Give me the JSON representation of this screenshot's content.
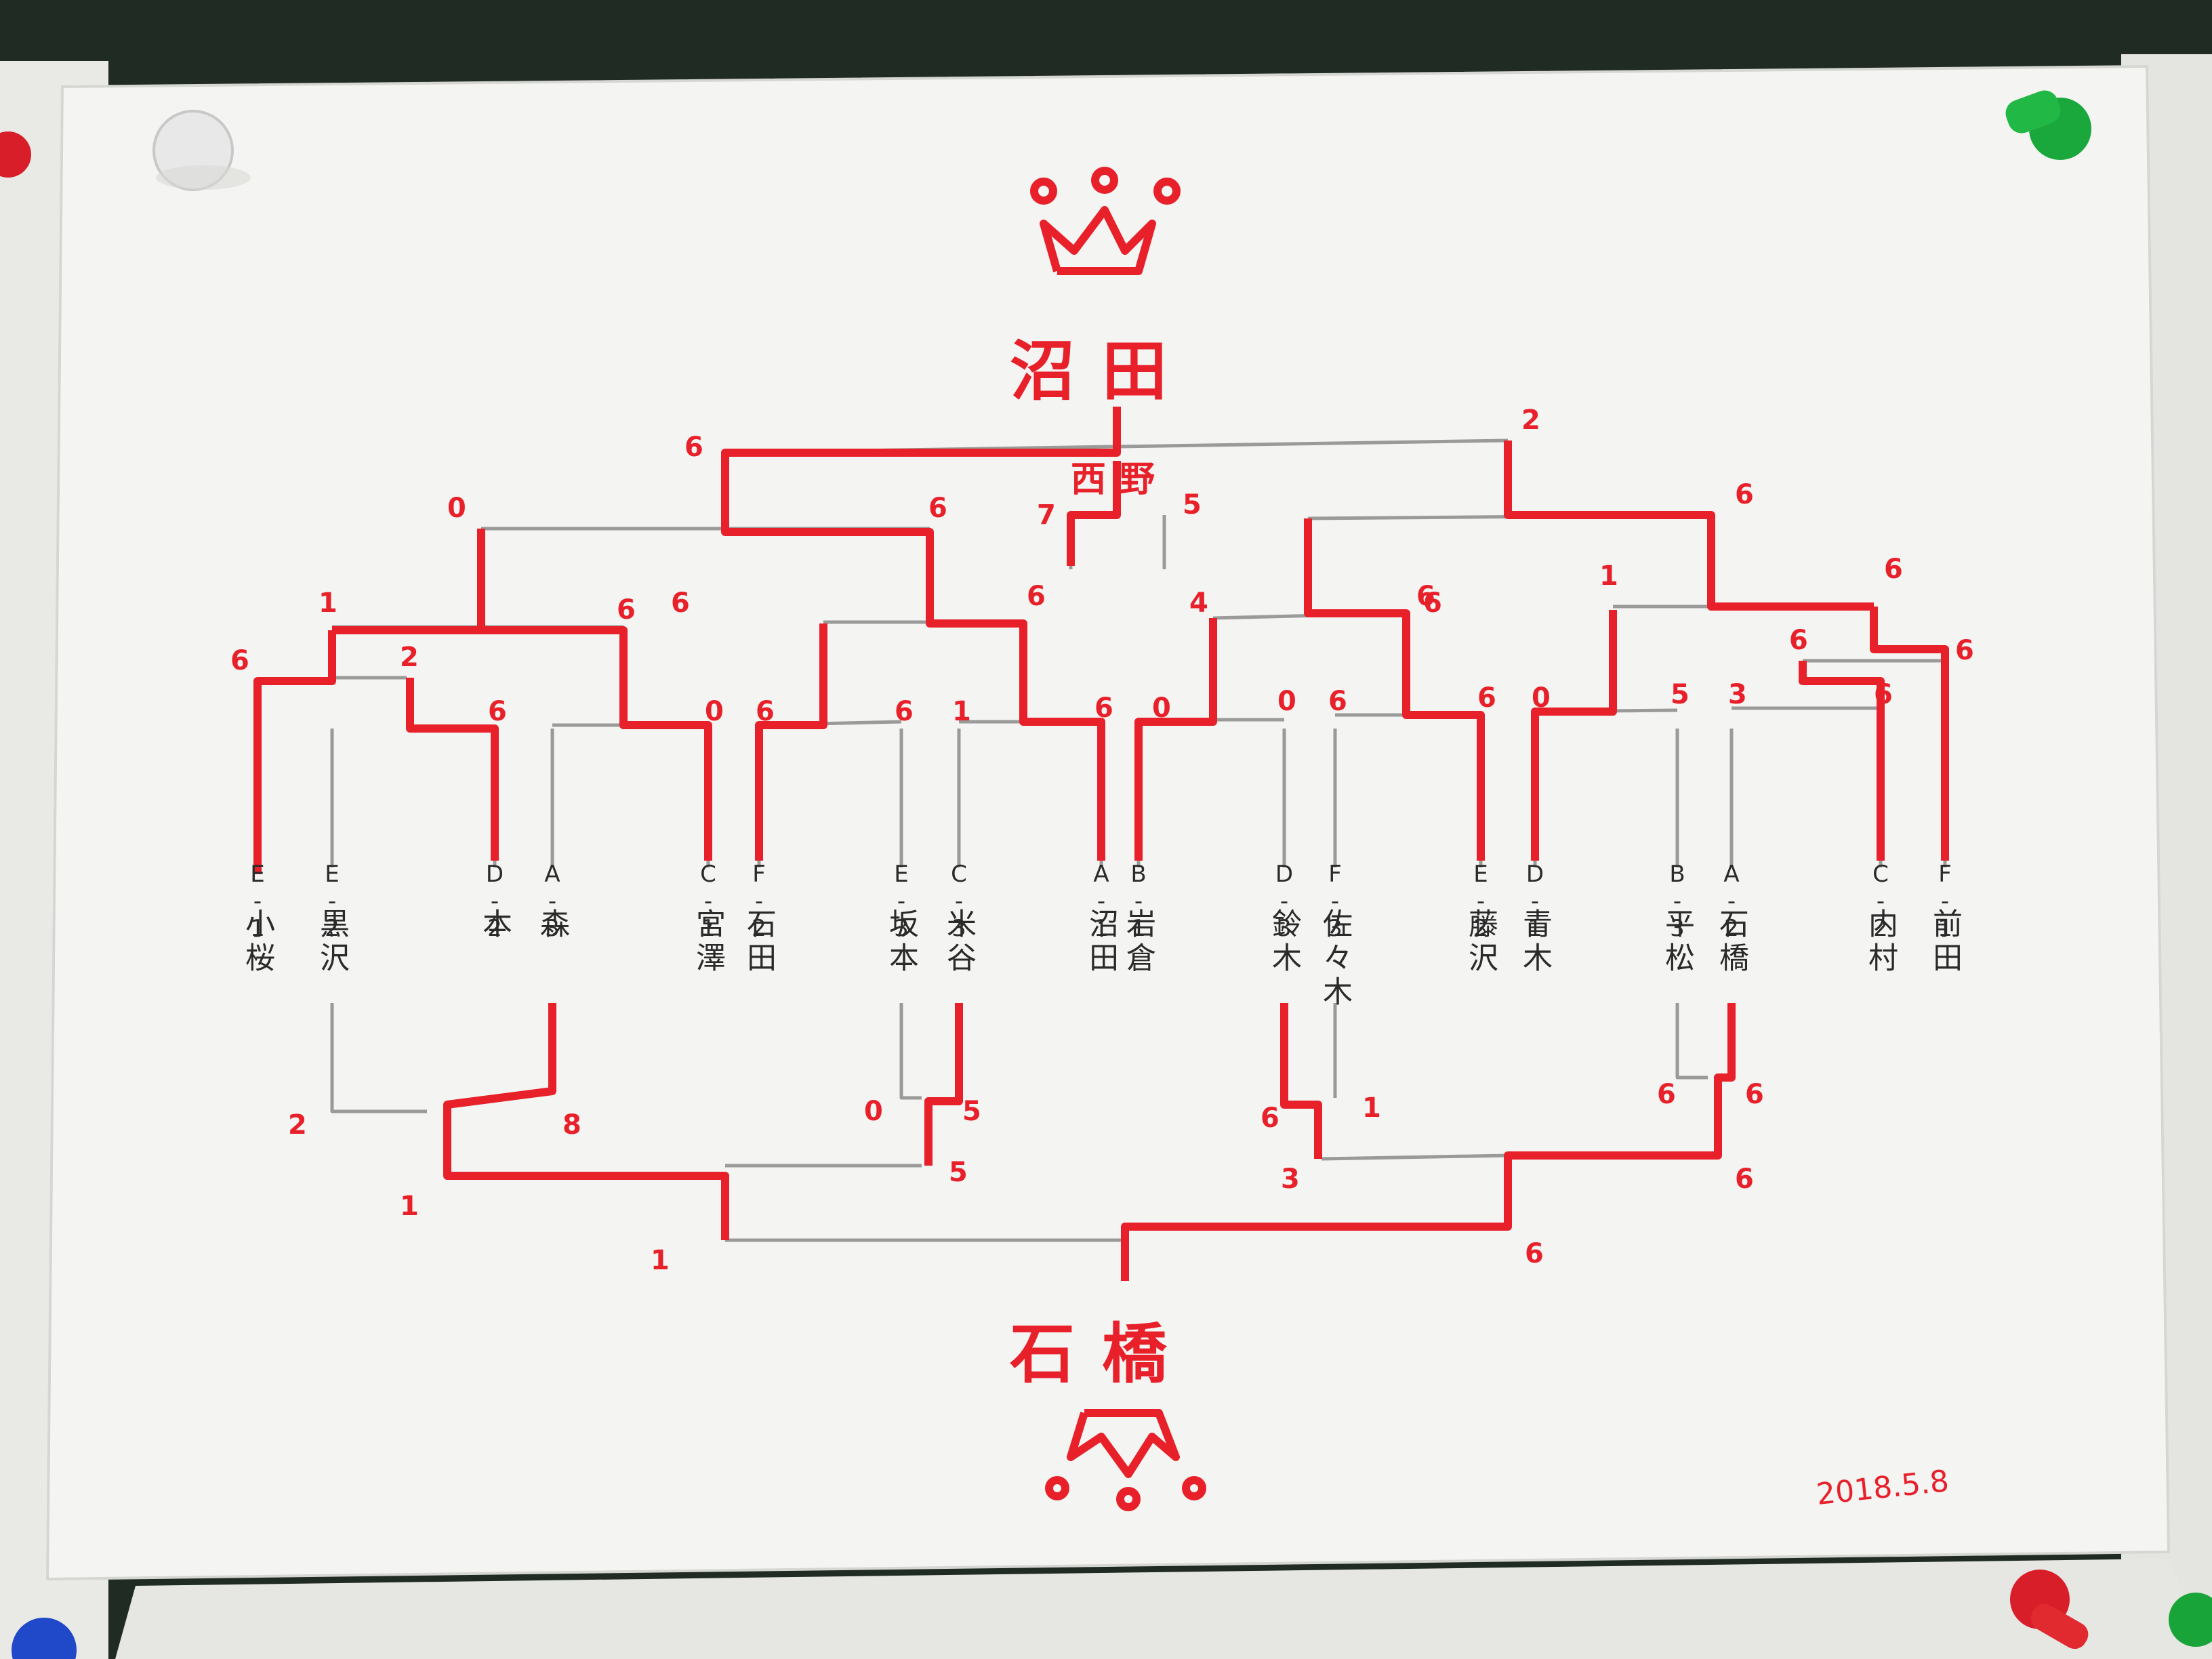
{
  "top_winner": "沼田",
  "bottom_winner": "石橋",
  "final_label": "西野",
  "date": "2018.5.8",
  "ink_color": "#e8202a",
  "pencil_color": "#9a9a9a",
  "players": [
    {
      "code": "E-1",
      "name": "小桜"
    },
    {
      "code": "E-2",
      "name": "黒沢"
    },
    {
      "code": "D-2",
      "name": "本"
    },
    {
      "code": "A-3",
      "name": "森"
    },
    {
      "code": "C-1",
      "name": "宮澤"
    },
    {
      "code": "F-2",
      "name": "石田"
    },
    {
      "code": "E-3",
      "name": "坂本"
    },
    {
      "code": "C-3",
      "name": "米谷"
    },
    {
      "code": "A-1",
      "name": "沼田"
    },
    {
      "code": "B-1",
      "name": "岩倉"
    },
    {
      "code": "D-3",
      "name": "鈴木"
    },
    {
      "code": "F-3",
      "name": "佐々木"
    },
    {
      "code": "E-2",
      "name": "藤沢"
    },
    {
      "code": "D-1",
      "name": "青木"
    },
    {
      "code": "B-3",
      "name": "平松"
    },
    {
      "code": "A-2",
      "name": "石橋"
    },
    {
      "code": "C-2",
      "name": "内村"
    },
    {
      "code": "F-1",
      "name": "前田"
    }
  ],
  "scores_top": [
    "6",
    "2",
    "0",
    "6",
    "7",
    "5",
    "6",
    "1",
    "6",
    "4",
    "6",
    "1",
    "6",
    "6",
    "6",
    "2",
    "6",
    "6",
    "6",
    "0",
    "6",
    "6",
    "1",
    "6",
    "0",
    "0",
    "6",
    "6",
    "0",
    "5",
    "3",
    "6",
    "6",
    "6"
  ],
  "scores_bottom": [
    "2",
    "8",
    "0",
    "5",
    "6",
    "1",
    "6",
    "6",
    "1",
    "3",
    "5",
    "1",
    "6",
    "6"
  ]
}
